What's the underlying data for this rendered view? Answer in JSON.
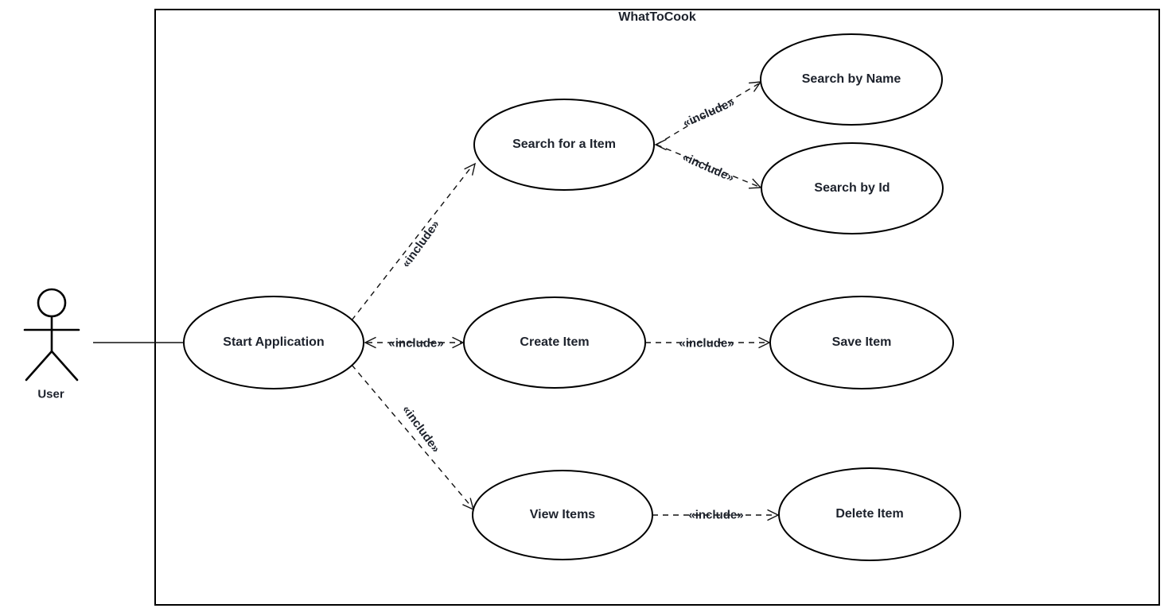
{
  "diagram": {
    "type": "uml-use-case",
    "title": "WhatToCook",
    "actor": {
      "name": "User"
    },
    "nodes": [
      {
        "id": "start",
        "label": "Start Application"
      },
      {
        "id": "search",
        "label": "Search for a Item"
      },
      {
        "id": "byname",
        "label": "Search by Name"
      },
      {
        "id": "byid",
        "label": "Search by Id"
      },
      {
        "id": "create",
        "label": "Create Item"
      },
      {
        "id": "save",
        "label": "Save Item"
      },
      {
        "id": "view",
        "label": "View Items"
      },
      {
        "id": "delete",
        "label": "Delete Item"
      }
    ],
    "edges": [
      {
        "from": "User",
        "to": "Start Application",
        "type": "association",
        "label": ""
      },
      {
        "from": "Start Application",
        "to": "Search for a Item",
        "type": "include",
        "label": "«include»"
      },
      {
        "from": "Start Application",
        "to": "Create Item",
        "type": "include",
        "label": "«include»"
      },
      {
        "from": "Start Application",
        "to": "View Items",
        "type": "include",
        "label": "«include»"
      },
      {
        "from": "Search for a Item",
        "to": "Search by Name",
        "type": "include",
        "label": "«include»"
      },
      {
        "from": "Search for a Item",
        "to": "Search by Id",
        "type": "include",
        "label": "«include»"
      },
      {
        "from": "Create Item",
        "to": "Save Item",
        "type": "include",
        "label": "«include»"
      },
      {
        "from": "View Items",
        "to": "Delete Item",
        "type": "include",
        "label": "«include»"
      }
    ],
    "colors": {
      "stroke": "#000000",
      "text": "#1d222c",
      "background": "#ffffff"
    }
  }
}
